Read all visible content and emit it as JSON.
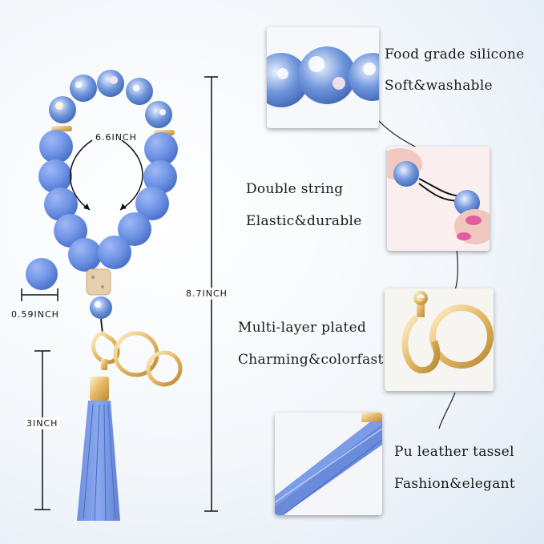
{
  "dimensions": {
    "loop": "6.6INCH",
    "total": "8.7INCH",
    "bead": "0.59INCH",
    "tassel": "3INCH"
  },
  "features": [
    {
      "line1": "Food grade silicone",
      "line2": "Soft&washable"
    },
    {
      "line1": "Double string",
      "line2": "Elastic&durable"
    },
    {
      "line1": "Multi-layer plated",
      "line2": "Charming&colorfast"
    },
    {
      "line1": "Pu leather tassel",
      "line2": "Fashion&elegant"
    }
  ],
  "colors": {
    "bead_blue": "#6f93e6",
    "floral_blue": "#4f7ed0",
    "gold": "#e8c27a",
    "tassel": "#7b9ce6"
  }
}
